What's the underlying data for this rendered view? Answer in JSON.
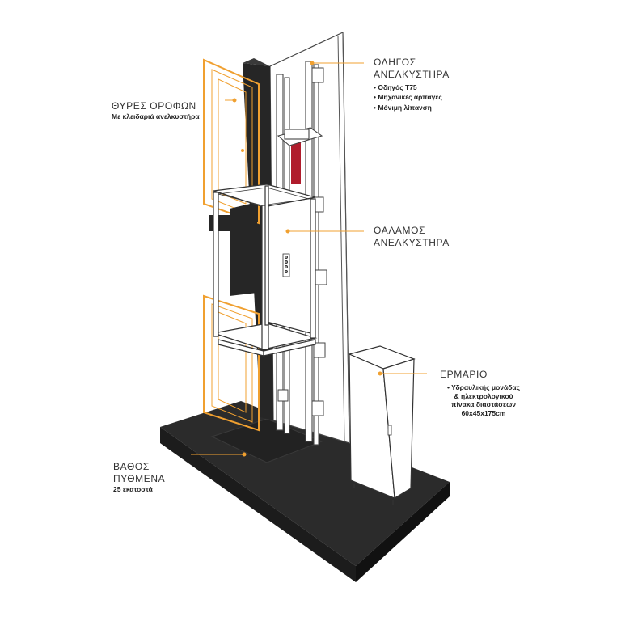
{
  "colors": {
    "accent": "#f0a030",
    "dark": "#2a2a2a",
    "rail_red": "#b01c2c",
    "outline": "#444444"
  },
  "labels": {
    "doors": {
      "title": "ΘΥΡΕΣ ΟΡΟΦΩΝ",
      "subtitle": "Με κλειδαριά ανελκυστήρα"
    },
    "guide": {
      "title_line1": "ΟΔΗΓΟΣ",
      "title_line2": "ΑΝΕΛΚΥΣΤΗΡΑ",
      "items": [
        "Οδηγός Τ75",
        "Μηχανικές αρπάγες",
        "Μόνιμη λίπανση"
      ]
    },
    "cabin": {
      "title_line1": "ΘΑΛΑΜΟΣ",
      "title_line2": "ΑΝΕΛΚΥΣΤΗΡΑ"
    },
    "cabinet": {
      "title": "ΕΡΜΑΡΙΟ",
      "item_line1": "Υδραυλικής μονάδας",
      "item_line2": "&  ηλεκτρολογικού",
      "item_line3": "πίνακα διαστάσεων",
      "item_line4": "60x45x175cm"
    },
    "pit": {
      "title_line1": "ΒΑΘΟΣ",
      "title_line2": "ΠΥΘΜΕΝΑ",
      "subtitle": "25 εκατοστά"
    }
  }
}
